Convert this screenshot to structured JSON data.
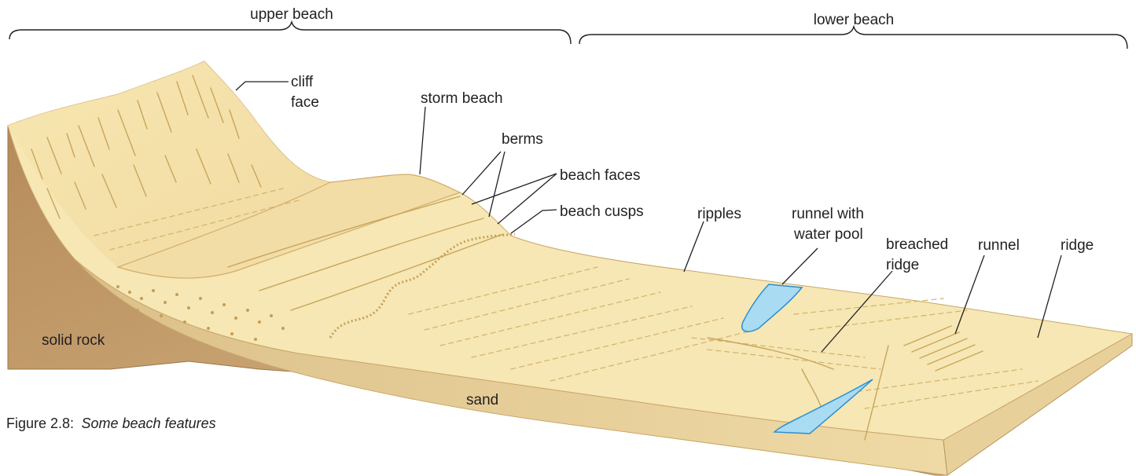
{
  "sections": {
    "upper": "upper beach",
    "lower": "lower beach"
  },
  "labels": {
    "cliff_face": [
      "cliff",
      "face"
    ],
    "storm_beach": "storm beach",
    "berms": "berms",
    "beach_faces": "beach faces",
    "beach_cusps": "beach cusps",
    "ripples": "ripples",
    "runnel_with_water_pool": [
      "runnel with",
      "water pool"
    ],
    "breached_ridge": [
      "breached",
      "ridge"
    ],
    "runnel": "runnel",
    "ridge": "ridge",
    "solid_rock": "solid rock",
    "sand": "sand"
  },
  "caption": {
    "prefix": "Figure 2.8:",
    "text": "Some beach features"
  },
  "colors": {
    "sand_surface": "#f6e7b4",
    "sand_light": "#faf0c8",
    "sand_side": "#e6cf93",
    "rock_side": "#bf9868",
    "water": "#a9dbf3",
    "water_edge": "#2a8fd1"
  }
}
